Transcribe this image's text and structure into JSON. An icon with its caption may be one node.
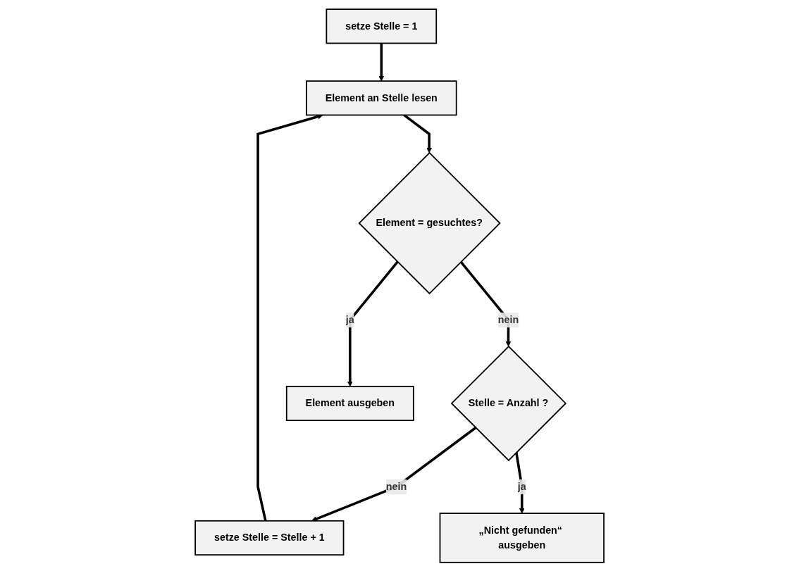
{
  "diagram": {
    "nodes": [
      {
        "text": [
          "setze Stelle = 1"
        ]
      },
      {
        "text": [
          "Element an Stelle lesen"
        ]
      },
      {
        "text": [
          "Element = gesuchtes?"
        ]
      },
      {
        "text": [
          "Stelle = Anzahl ?"
        ]
      },
      {
        "text": [
          "setze Stelle = Stelle + 1"
        ]
      },
      {
        "text": [
          "Element ausgeben"
        ]
      },
      {
        "text": [
          "„Nicht gefunden“ ausgeben"
        ]
      }
    ],
    "edges": [
      {
        "from": 0,
        "to": 1,
        "arrow": "to"
      },
      {
        "from": 4,
        "to": 1,
        "arrow": "to"
      },
      {
        "from": 1,
        "to": 2,
        "arrow": "to"
      },
      {
        "from": 2,
        "to": 3,
        "arrow": "to",
        "label": "nein"
      },
      {
        "from": 3,
        "to": 4,
        "arrow": "to",
        "label": "nein"
      },
      {
        "from": 2,
        "to": 5,
        "arrow": "to",
        "label": "ja"
      },
      {
        "from": 3,
        "to": 6,
        "arrow": "to",
        "label": "ja"
      }
    ]
  }
}
